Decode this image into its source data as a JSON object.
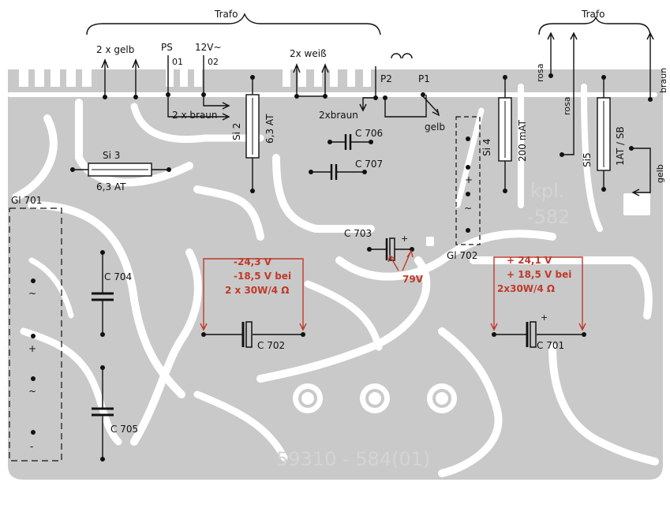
{
  "colors": {
    "board": "#c9c9c9",
    "trace_gap": "#ffffff",
    "ink": "#111111",
    "measurement": "#c0392b"
  },
  "labels": {
    "trafo_left": "Trafo",
    "trafo_right": "Trafo",
    "gelb_2x": "2 x gelb",
    "ps": "PS",
    "v12": "12V~",
    "n01": "01",
    "n02": "02",
    "braun_2x": "2 x braun",
    "weiss_2x": "2x weiß",
    "p2": "P2",
    "p1": "P1",
    "braun_2x_b": "2xbraun",
    "gelb_mid": "gelb",
    "si2": "Si 2",
    "si2_rating": "6,3 AT",
    "si3": "Si  3",
    "si3_rating": "6,3 AT",
    "c706": "C 706",
    "c707": "C 707",
    "si4": "Si 4",
    "si4_rating": "200 mAT",
    "rosa_1": "rosa",
    "rosa_2": "rosa",
    "si5": "Si5",
    "si5_rating": "1AT / SB",
    "braun_right": "braun",
    "gelb_right": "gelb",
    "kpl": "kpl.",
    "kpl_num": "-582",
    "gl701": "Gl 701",
    "gl702": "Gl 702",
    "c703": "C 703",
    "c704": "C 704",
    "c705": "C 705",
    "c702": "C 702",
    "c701": "C 701",
    "board_number": "59310 - 584(01)",
    "ac_sym": "~",
    "plus_sym": "+",
    "minus_sym": "-"
  },
  "measurements": {
    "v79": "79V",
    "left_v1": "-24,3 V",
    "left_v2": "-18,5 V bei",
    "left_v3": "2 x 30W/4 Ω",
    "right_v1": "+ 24,1 V",
    "right_v2": "+ 18,5 V bei",
    "right_v3": "2x30W/4 Ω"
  }
}
